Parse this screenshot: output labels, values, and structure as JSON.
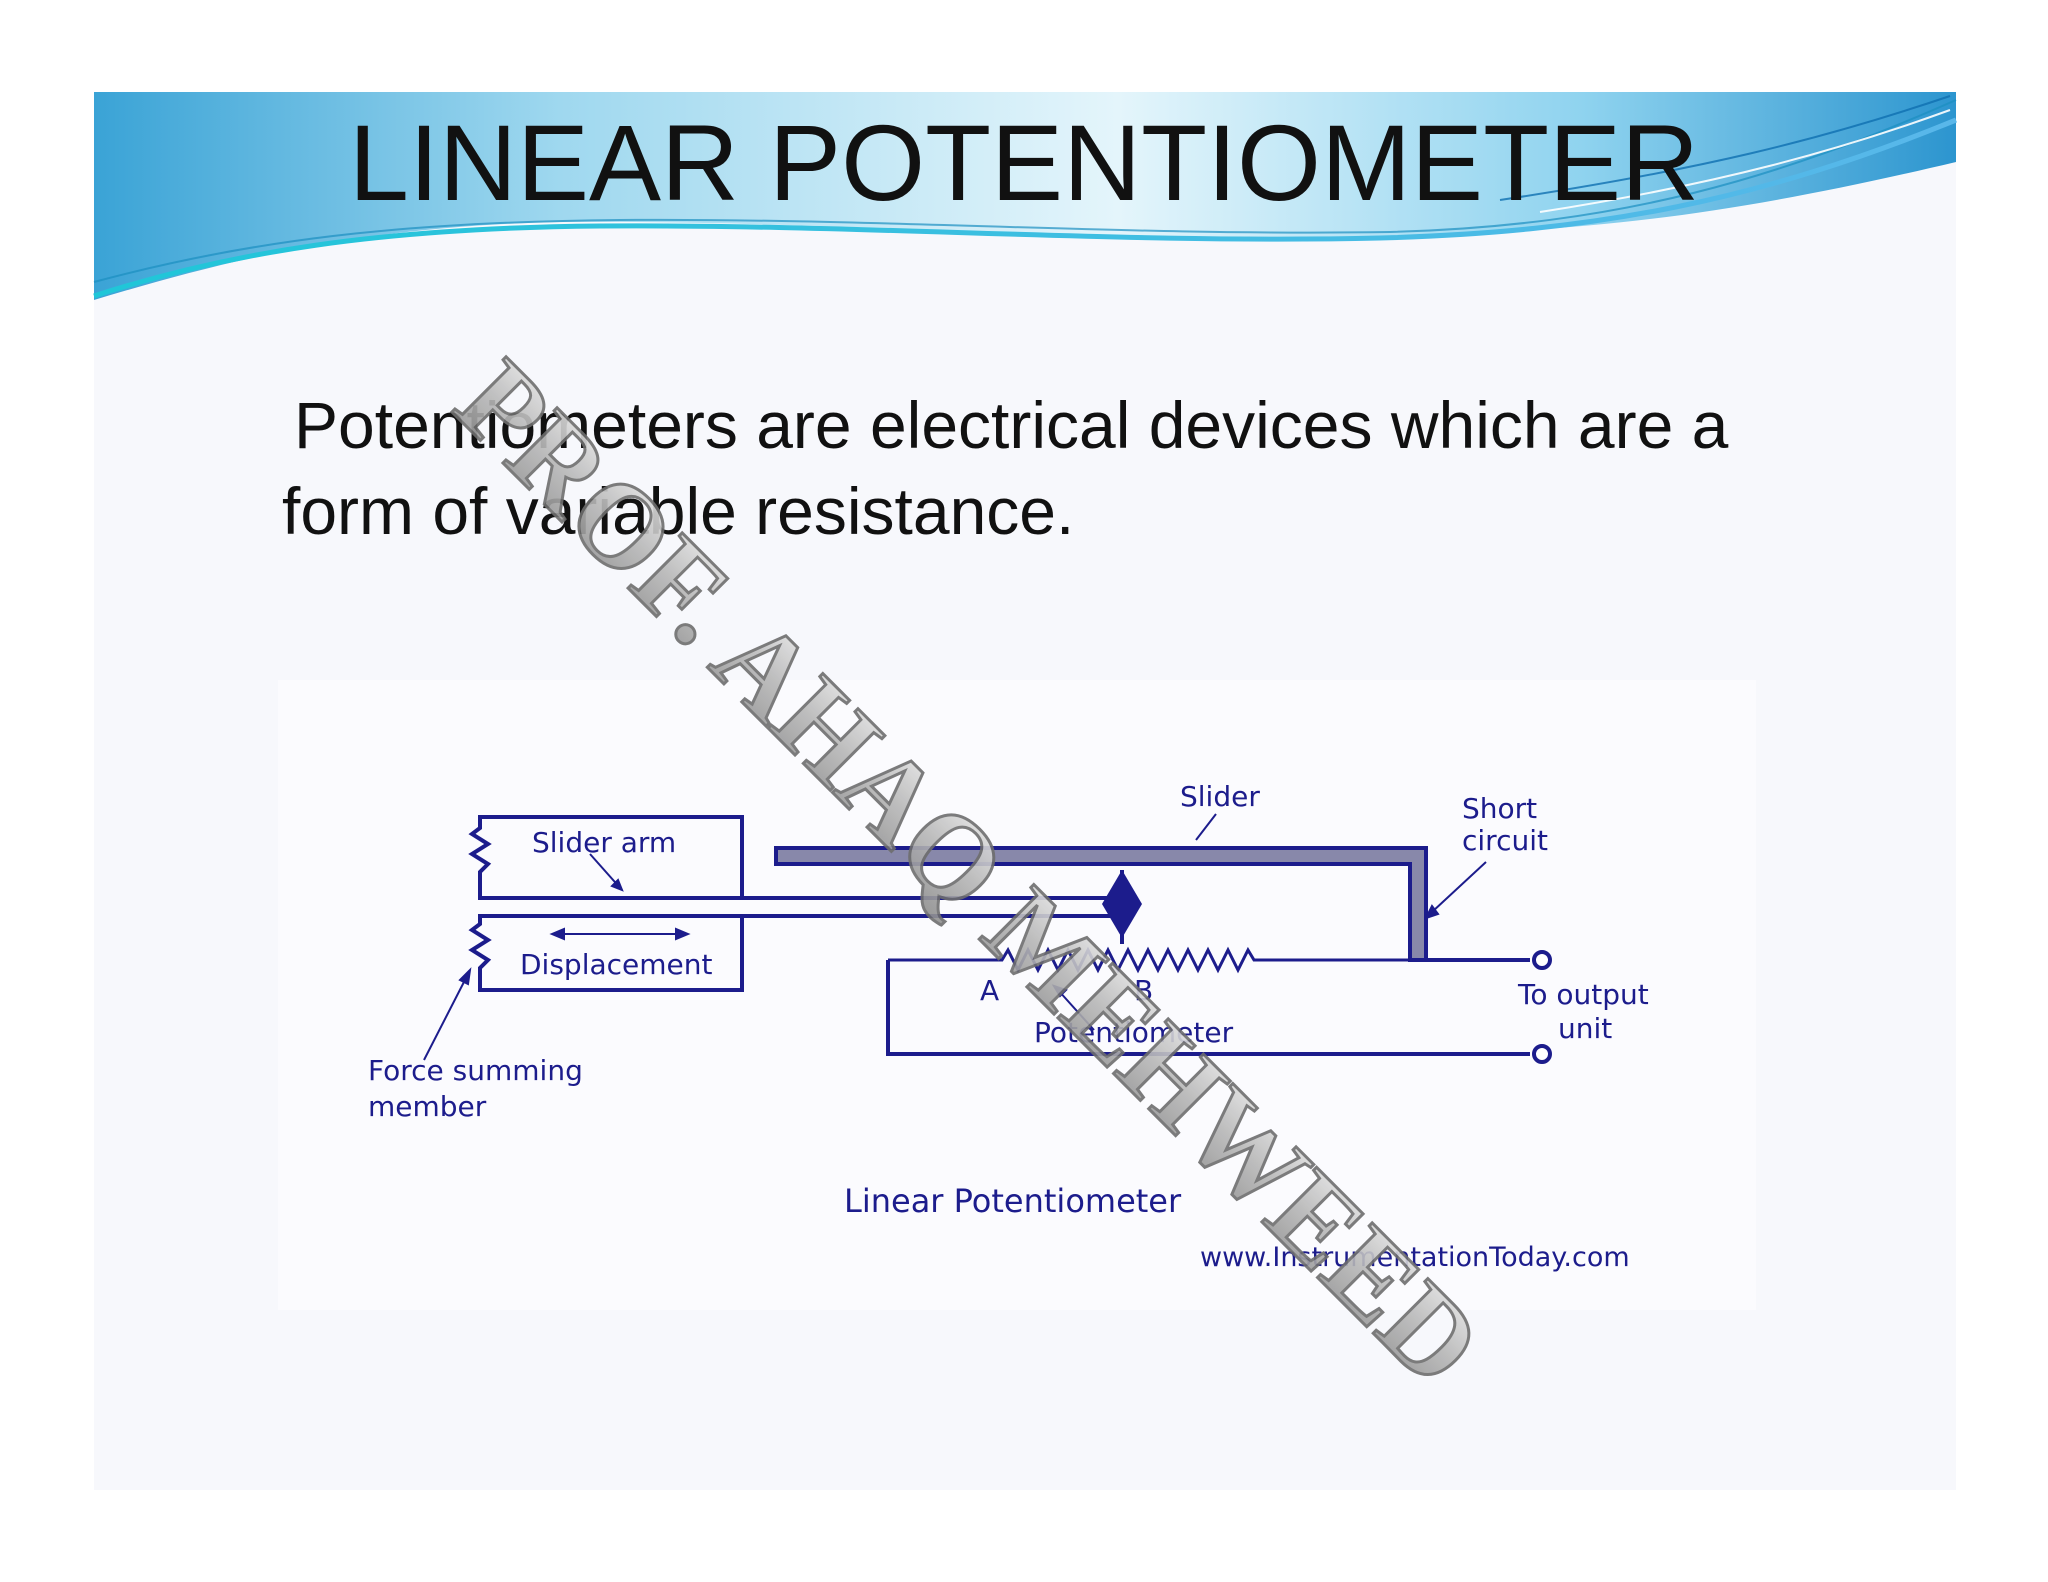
{
  "slide": {
    "title": "LINEAR POTENTIOMETER",
    "body_lines": [
      "Potentiometers are electrical devices which are a",
      "form of variable resistance."
    ]
  },
  "diagram": {
    "labels": {
      "slider_arm": "Slider arm",
      "displacement": "Displacement",
      "force_summing_1": "Force summing",
      "force_summing_2": "member",
      "slider": "Slider",
      "short_circuit_1": "Short",
      "short_circuit_2": "circuit",
      "point_a": "A",
      "point_b": "B",
      "potentiometer": "Potentiometer",
      "output_1": "To output",
      "output_2": "unit",
      "caption": "Linear Potentiometer",
      "source": "www.InstrumentationToday.com"
    },
    "colors": {
      "line": "#1c1c8c",
      "slider_fill": "#8888aa"
    }
  },
  "watermark": {
    "text": "PROF. AHAQ MEHWEED"
  },
  "colors": {
    "banner_light": "#dff3fb",
    "banner_mid": "#7fd2ee",
    "banner_deep": "#2f8fc8",
    "slide_bg": "#f7f8fc"
  }
}
